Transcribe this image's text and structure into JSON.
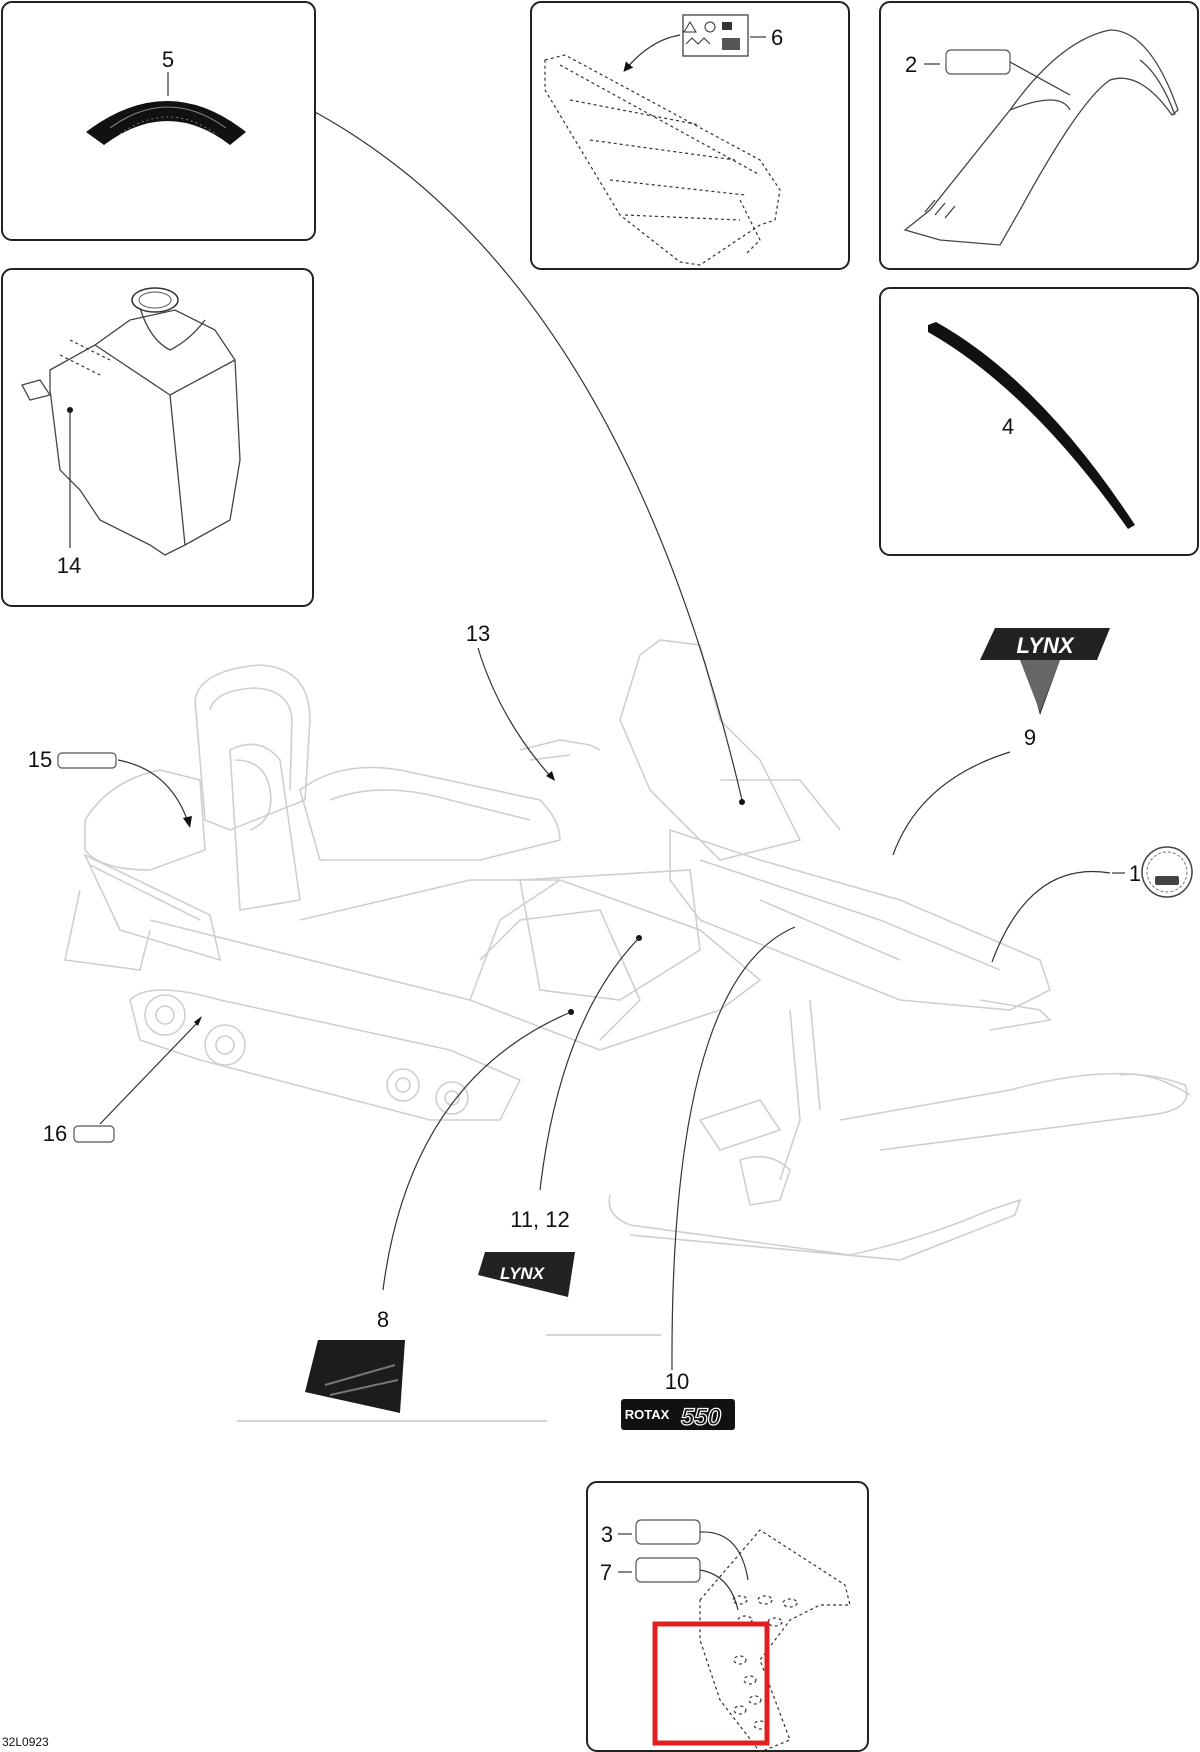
{
  "figure_id": "32L0923",
  "callouts": {
    "c1": "1",
    "c2": "2",
    "c3": "3",
    "c4": "4",
    "c5": "5",
    "c6": "6",
    "c7": "7",
    "c8": "8",
    "c9": "9",
    "c10": "10",
    "c11_12": "11, 12",
    "c13": "13",
    "c14": "14",
    "c15": "15",
    "c16": "16"
  },
  "decals": {
    "lynx_badge": "LYNX",
    "lynx_strip": "LYNX",
    "rotax_word": "ROTAX",
    "rotax_model": "550"
  },
  "highlight_color": "#e02020"
}
